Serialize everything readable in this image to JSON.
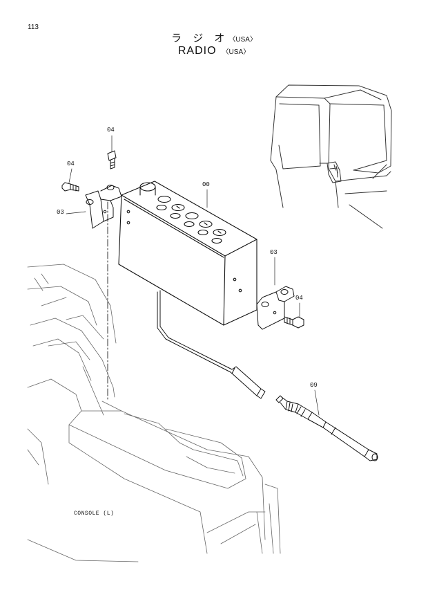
{
  "page_number": "113",
  "title_jp": "ラ ジ オ",
  "title_jp_suffix": "〈USA〉",
  "title_en": "RADIO",
  "title_en_suffix": "〈USA〉",
  "callouts": {
    "radio": "00",
    "bracket_left": "03",
    "bracket_right": "03",
    "bolt_top": "04",
    "bolt_left": "04",
    "bolt_right": "04",
    "antenna_cable": "09"
  },
  "console_label": "CONSOLE (L)"
}
